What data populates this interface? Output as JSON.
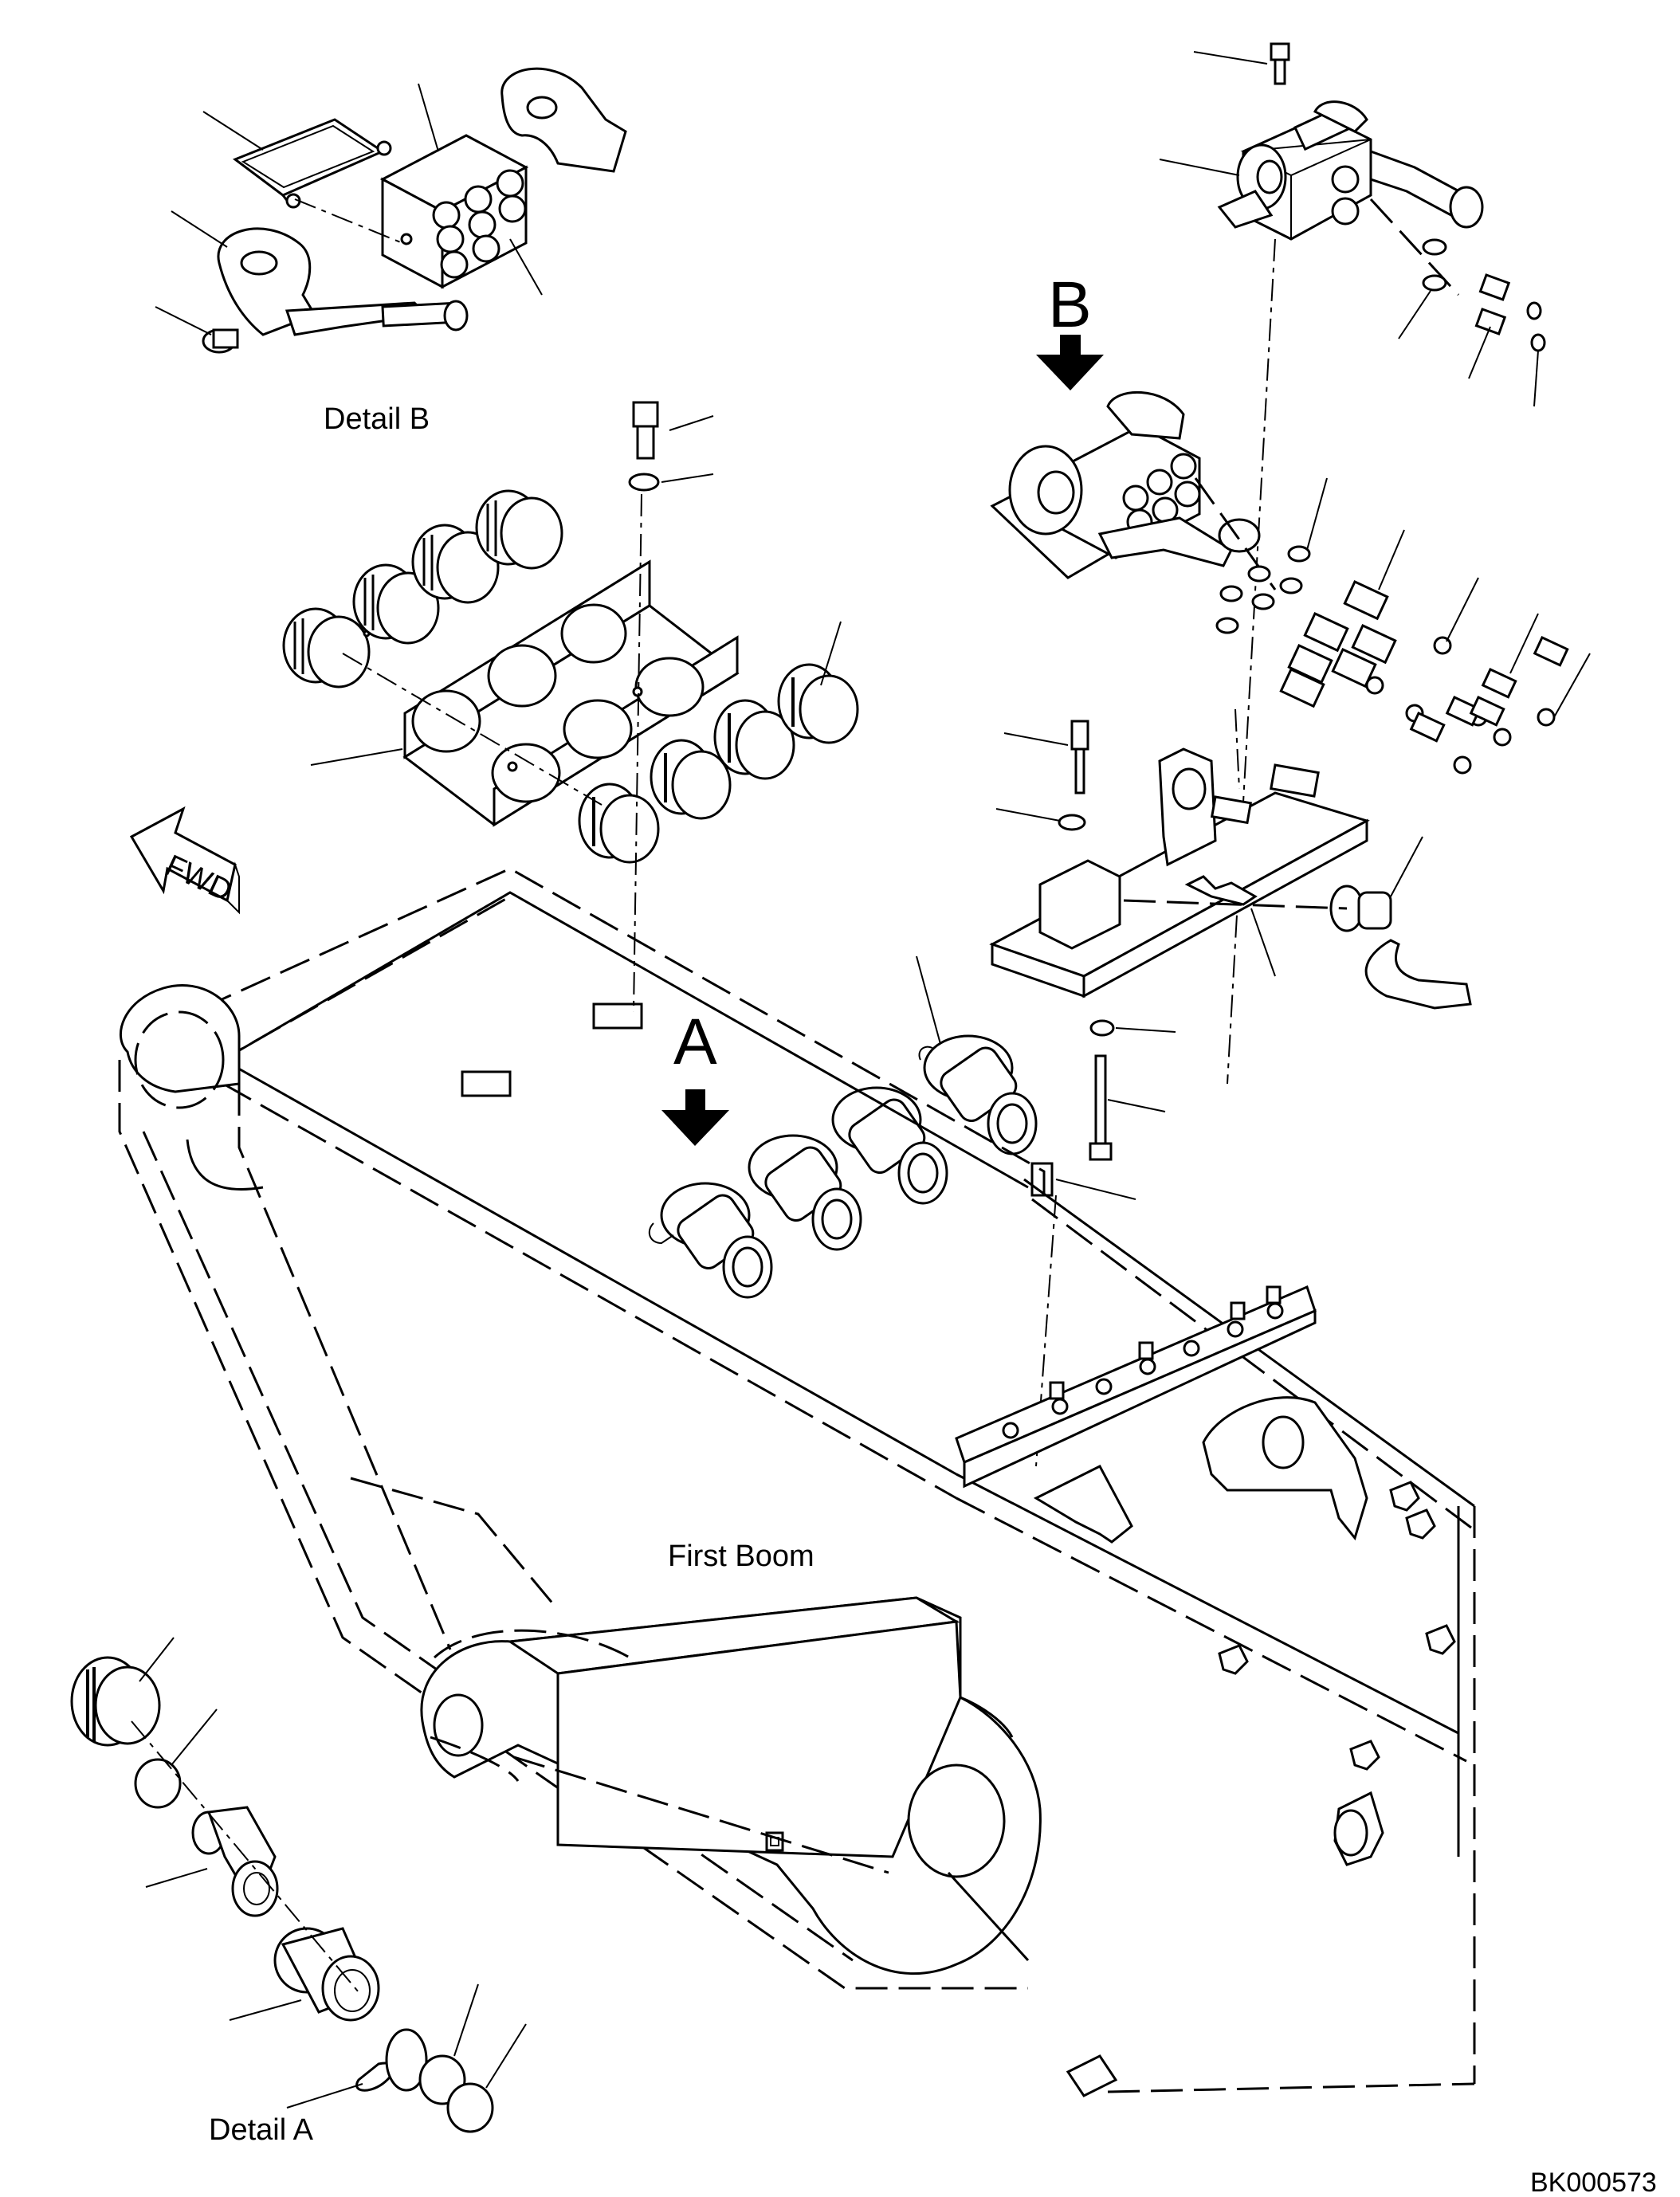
{
  "diagram": {
    "labels": {
      "detail_b": "Detail B",
      "detail_a": "Detail A",
      "first_boom": "First Boom",
      "view_a": "A",
      "view_b": "B",
      "fwd": "FWD",
      "drawing_code": "BK000573"
    }
  }
}
